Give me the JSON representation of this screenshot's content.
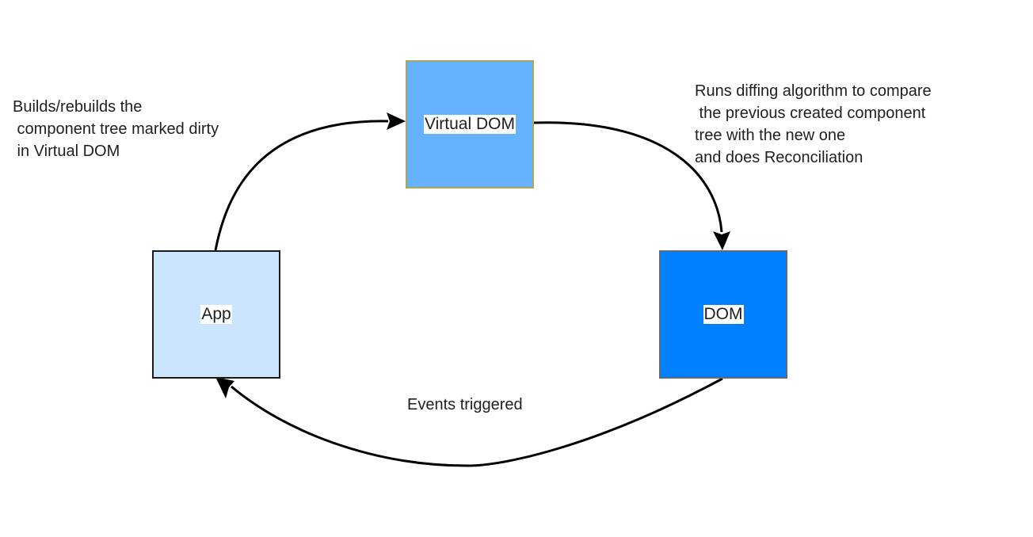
{
  "nodes": {
    "virtual_dom": {
      "label": "Virtual DOM",
      "fill": "#66b2ff"
    },
    "app": {
      "label": "App",
      "fill": "#cce5ff"
    },
    "dom": {
      "label": "DOM",
      "fill": "#007fff"
    }
  },
  "annotations": {
    "builds": "Builds/rebuilds the\n component tree marked dirty\n in Virtual DOM",
    "diffing": "Runs diffing algorithm to compare\n the previous created component\ntree with the new one\nand does Reconciliation",
    "events": "Events triggered"
  },
  "edges": [
    {
      "from": "App",
      "to": "Virtual DOM"
    },
    {
      "from": "Virtual DOM",
      "to": "DOM"
    },
    {
      "from": "DOM",
      "to": "App"
    }
  ],
  "colors": {
    "arrow": "#000000",
    "text": "#1f1f1f"
  }
}
